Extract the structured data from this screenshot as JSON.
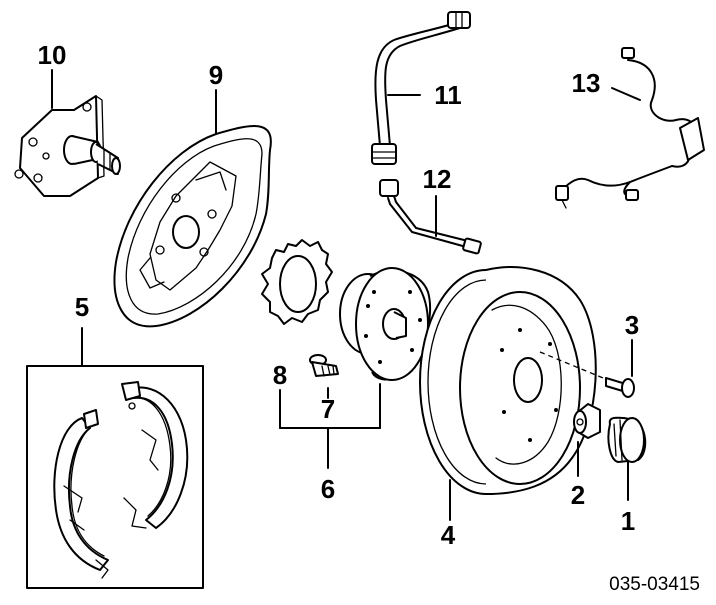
{
  "diagram": {
    "part_labels": {
      "p1": "1",
      "p2": "2",
      "p3": "3",
      "p4": "4",
      "p5": "5",
      "p6": "6",
      "p7": "7",
      "p8": "8",
      "p9": "9",
      "p10": "10",
      "p11": "11",
      "p12": "12",
      "p13": "13"
    },
    "reference_code": "035-03415"
  }
}
